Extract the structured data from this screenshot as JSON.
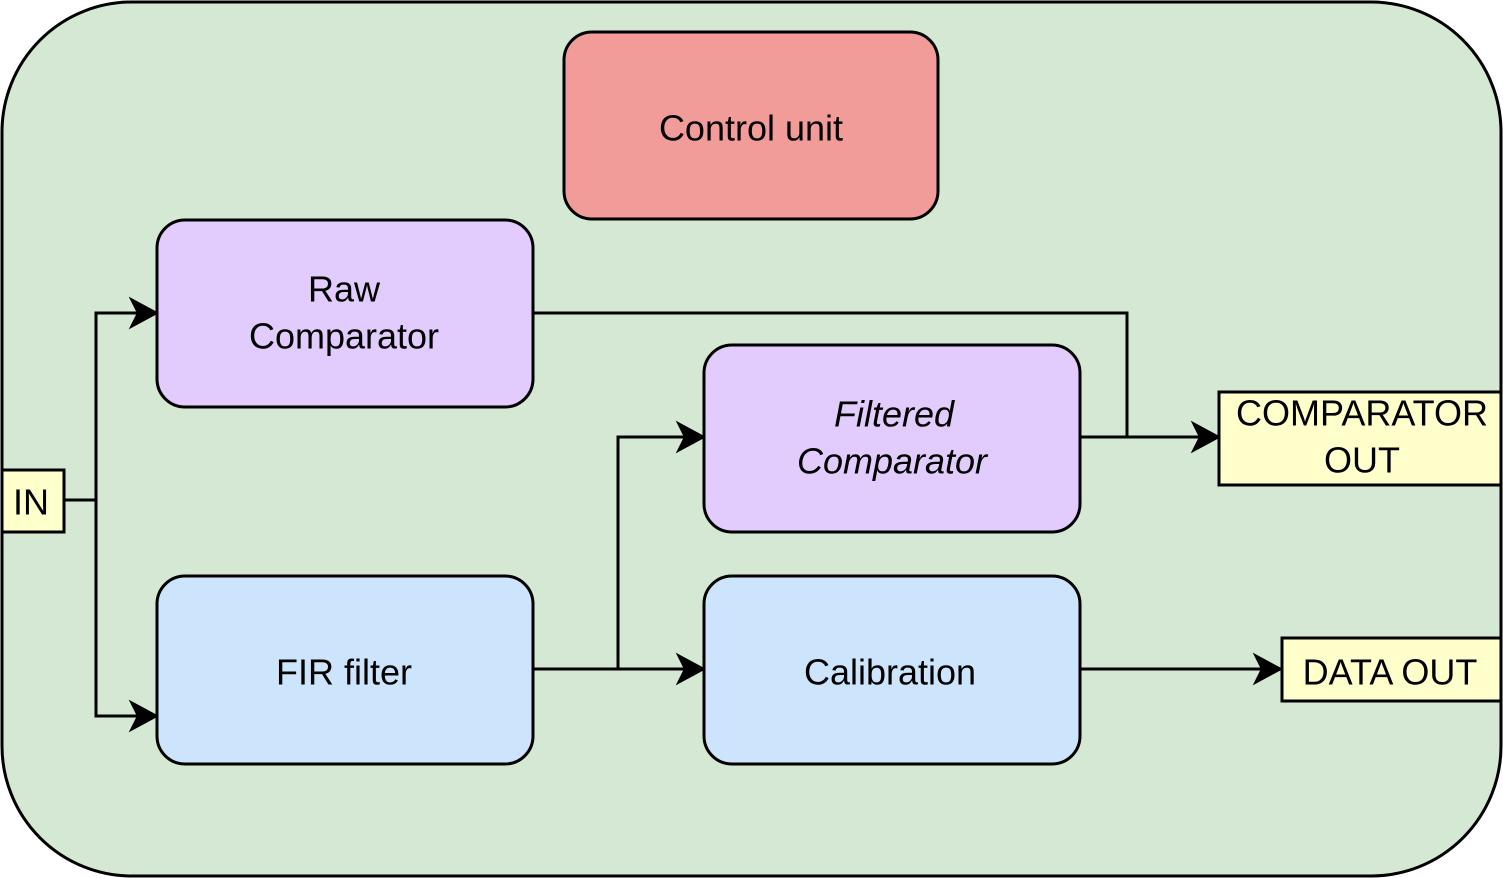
{
  "colors": {
    "container": "#d5e8d4",
    "control_unit": "#f19c99",
    "comparator_block": "#e1ccfd",
    "signal_block": "#cce5fc",
    "port": "#ffffcc",
    "stroke": "#000000"
  },
  "blocks": {
    "control_unit": {
      "line1": "Control unit"
    },
    "raw_comparator": {
      "line1": "Raw",
      "line2": "Comparator"
    },
    "filtered_comparator": {
      "line1": "Filtered",
      "line2": "Comparator"
    },
    "fir_filter": {
      "line1": "FIR filter"
    },
    "calibration": {
      "line1": "Calibration"
    }
  },
  "ports": {
    "in": {
      "line1": "IN"
    },
    "comparator_out": {
      "line1": "COMPARATOR",
      "line2": "OUT"
    },
    "data_out": {
      "line1": "DATA OUT"
    }
  }
}
